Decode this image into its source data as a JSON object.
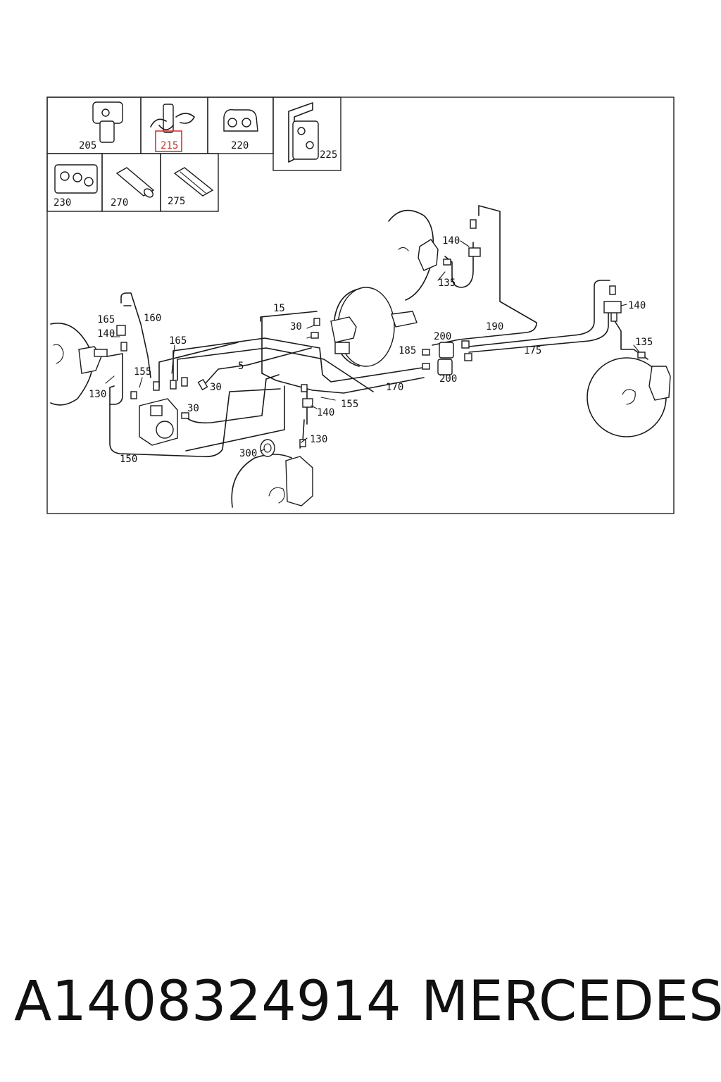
{
  "diagram": {
    "thumbnails": [
      {
        "id": "205",
        "label": "205",
        "highlighted": false
      },
      {
        "id": "215",
        "label": "215",
        "highlighted": true
      },
      {
        "id": "220",
        "label": "220",
        "highlighted": false
      },
      {
        "id": "225",
        "label": "225",
        "highlighted": false
      },
      {
        "id": "230",
        "label": "230",
        "highlighted": false
      },
      {
        "id": "270",
        "label": "270",
        "highlighted": false
      },
      {
        "id": "275",
        "label": "275",
        "highlighted": false
      }
    ],
    "callouts": {
      "c5": "5",
      "c15": "15",
      "c30a": "30",
      "c30b": "30",
      "c30c": "30",
      "c130a": "130",
      "c130b": "130",
      "c135a": "135",
      "c135b": "135",
      "c140a": "140",
      "c140b": "140",
      "c140c": "140",
      "c140d": "140",
      "c150": "150",
      "c155a": "155",
      "c155b": "155",
      "c160": "160",
      "c165a": "165",
      "c165b": "165",
      "c170": "170",
      "c175": "175",
      "c185": "185",
      "c190": "190",
      "c200a": "200",
      "c200b": "200",
      "c300": "300"
    },
    "highlight_color": "#e0302d"
  },
  "caption": {
    "part_number": "A1408324914",
    "brand": "MERCEDES"
  }
}
